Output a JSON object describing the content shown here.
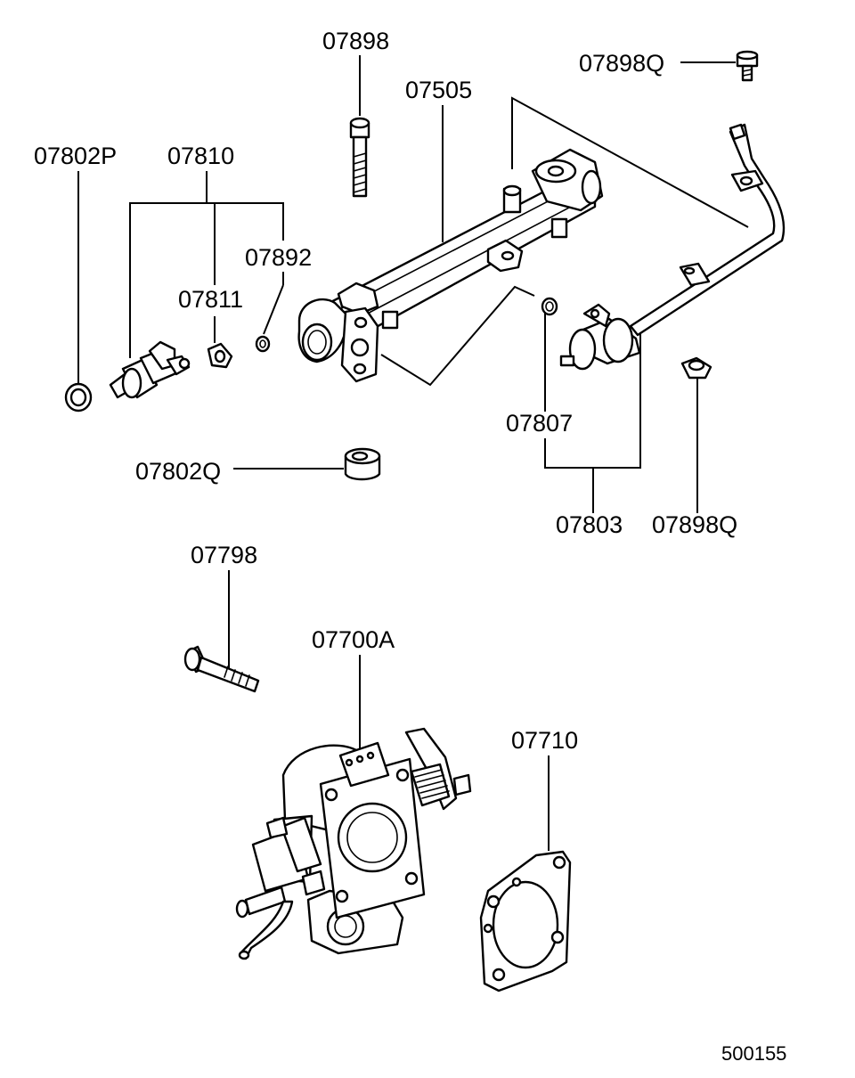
{
  "labels": {
    "p07898_top": "07898",
    "p07898Q_top": "07898Q",
    "p07505": "07505",
    "p07802P": "07802P",
    "p07810": "07810",
    "p07892": "07892",
    "p07811": "07811",
    "p07807": "07807",
    "p07802Q": "07802Q",
    "p07803": "07803",
    "p07898Q_right": "07898Q",
    "p07798": "07798",
    "p07700A": "07700A",
    "p07710": "07710"
  },
  "reference_number": "500155"
}
